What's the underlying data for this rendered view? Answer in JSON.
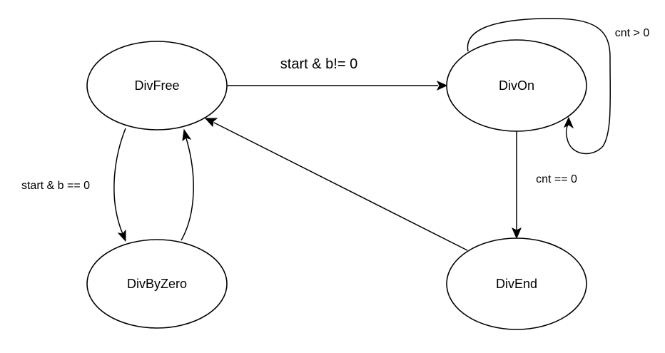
{
  "states": {
    "div_free": "DivFree",
    "div_on": "DivOn",
    "div_by_zero": "DivByZero",
    "div_end": "DivEnd"
  },
  "transitions": {
    "free_to_on": "start & b!= 0",
    "on_self_loop": "cnt > 0",
    "on_to_end": "cnt == 0",
    "free_to_byzero": "start & b == 0"
  },
  "colors": {
    "stroke": "#000000",
    "fill": "#ffffff"
  }
}
